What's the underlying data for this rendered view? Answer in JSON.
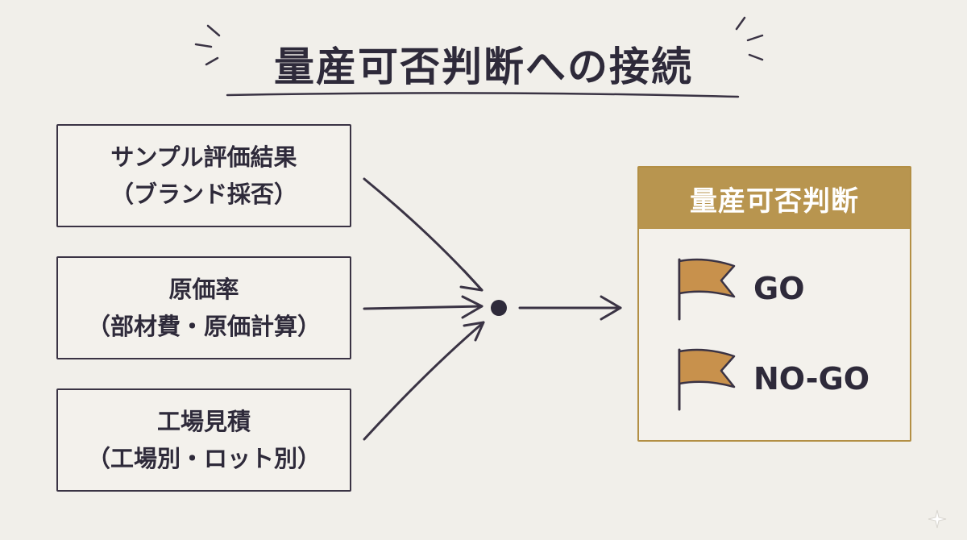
{
  "title": "量産可否判断への接続",
  "inputs": [
    {
      "line1": "サンプル評価結果",
      "line2": "（ブランド採否）"
    },
    {
      "line1": "原価率",
      "line2": "（部材費・原価計算）"
    },
    {
      "line1": "工場見積",
      "line2": "（工場別・ロット別）"
    }
  ],
  "decision": {
    "header": "量産可否判断",
    "options": [
      {
        "label": "GO",
        "icon": "flag-icon"
      },
      {
        "label": "NO-GO",
        "icon": "flag-icon"
      }
    ]
  },
  "colors": {
    "ink": "#2e2a3a",
    "gold": "#b8954f",
    "flag": "#c8914c",
    "background": "#f1efea"
  }
}
